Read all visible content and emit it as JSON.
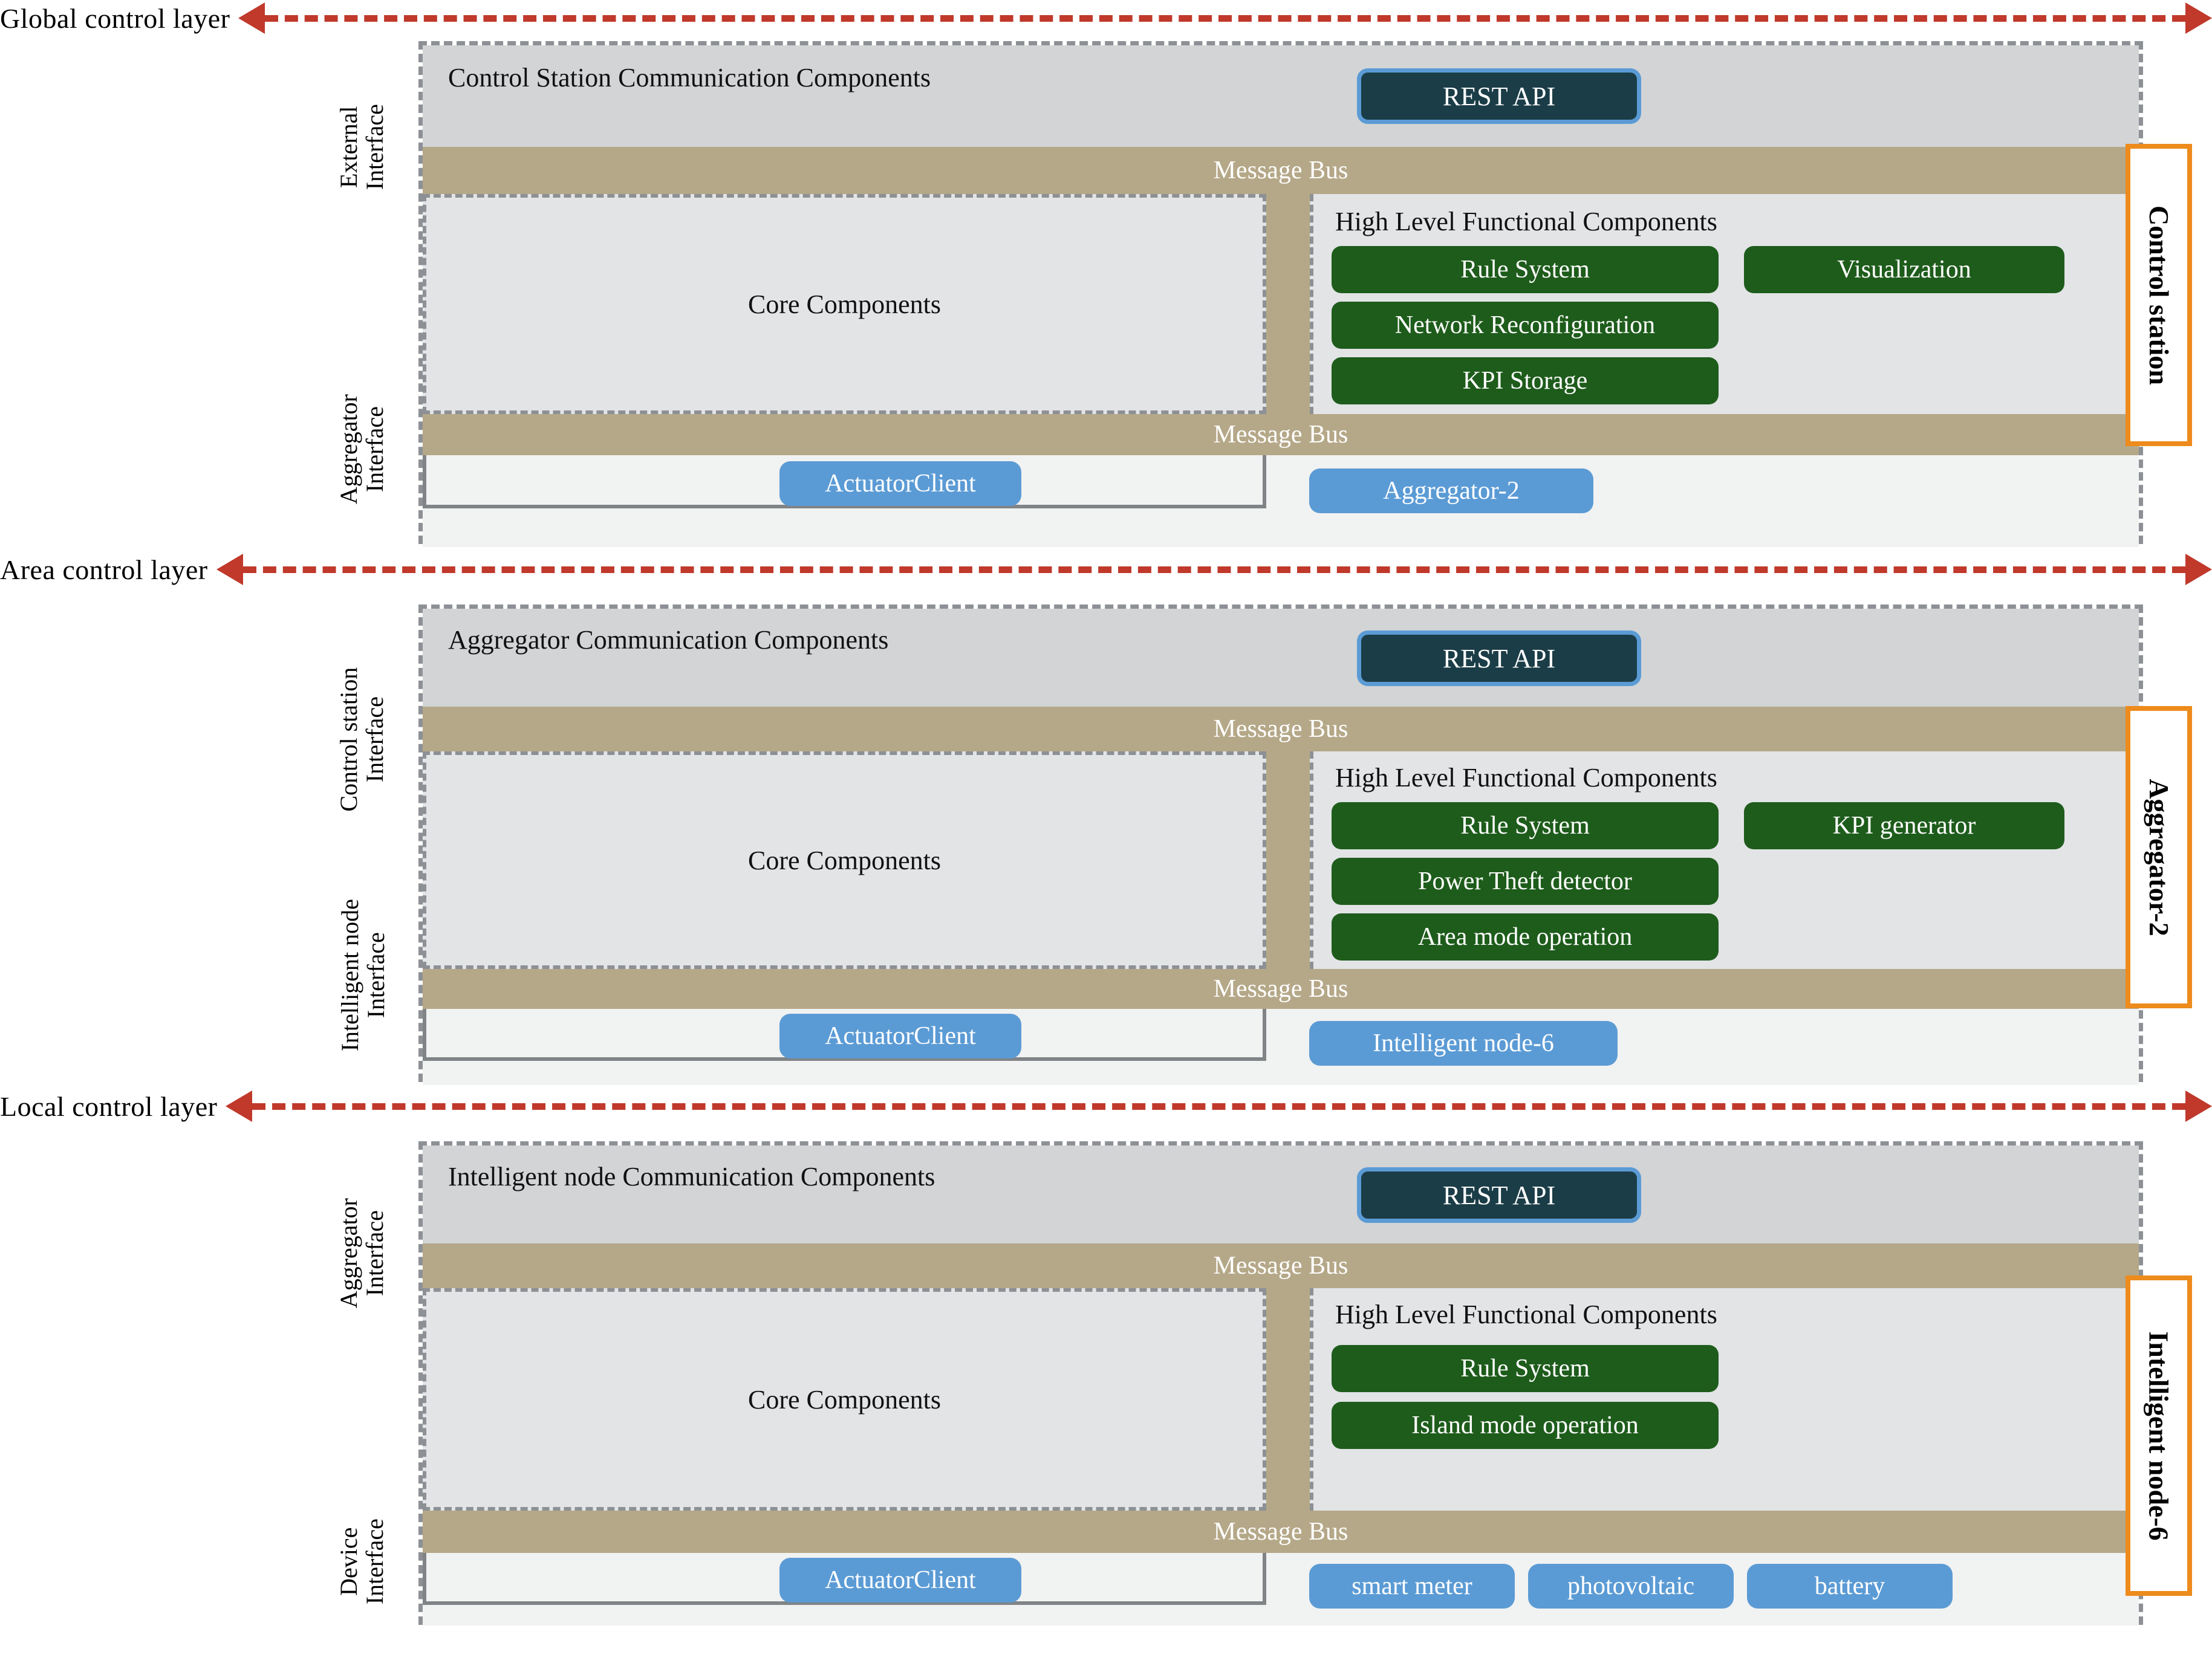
{
  "layers": [
    {
      "label": "Global control  layer",
      "id": "global-control-layer"
    },
    {
      "label": "Area control layer",
      "id": "area-control-layer"
    },
    {
      "label": "Local control layer",
      "id": "local-control-layer"
    }
  ],
  "shared": {
    "message_bus": "Message Bus",
    "core_components": "Core Components",
    "hlfc_title": "High Level Functional Components",
    "rest_api": "REST API",
    "actuator_client": "ActuatorClient"
  },
  "panels": [
    {
      "id": "control-station",
      "entity_tag": "Control station",
      "comm_title": "Control Station Communication Components",
      "top_interface": "External\nInterface",
      "top_interface_lines": [
        "External",
        "Interface"
      ],
      "bottom_interface_lines": [
        "Aggregator",
        "Interface"
      ],
      "rest_api": "REST API",
      "message_bus_top": "Message Bus",
      "message_bus_bottom": "Message Bus",
      "core_components": "Core Components",
      "hlfc_title": "High Level Functional Components",
      "functional_left": [
        "Rule System",
        "Network Reconfiguration",
        "KPI Storage"
      ],
      "functional_right": [
        "Visualization"
      ],
      "actuator_client": "ActuatorClient",
      "peers": [
        "Aggregator-2"
      ]
    },
    {
      "id": "aggregator-2",
      "entity_tag": "Aggregator-2",
      "comm_title": "Aggregator Communication Components",
      "top_interface_lines": [
        "Control station",
        "Interface"
      ],
      "bottom_interface_lines": [
        "Intelligent node",
        "Interface"
      ],
      "rest_api": "REST API",
      "message_bus_top": "Message Bus",
      "message_bus_bottom": "Message Bus",
      "core_components": "Core Components",
      "hlfc_title": "High Level Functional Components",
      "functional_left": [
        "Rule System",
        "Power Theft detector",
        "Area mode operation"
      ],
      "functional_right": [
        "KPI generator"
      ],
      "actuator_client": "ActuatorClient",
      "peers": [
        "Intelligent node-6"
      ]
    },
    {
      "id": "intelligent-node-6",
      "entity_tag": "Intelligent node-6",
      "comm_title": "Intelligent node Communication Components",
      "top_interface_lines": [
        "Aggregator",
        "Interface"
      ],
      "bottom_interface_lines": [
        "Device",
        "Interface"
      ],
      "rest_api": "REST API",
      "message_bus_top": "Message Bus",
      "message_bus_bottom": "Message Bus",
      "core_components": "Core Components",
      "hlfc_title": "High Level Functional Components",
      "functional_left": [
        "Rule System",
        "Island mode operation"
      ],
      "functional_right": [],
      "actuator_client": "ActuatorClient",
      "peers": [
        "smart meter",
        "photovoltaic",
        "battery"
      ]
    }
  ],
  "colors": {
    "arrow_red": "#c0392b",
    "panel_border": "#8d9095",
    "comm_band": "#d2d4d6",
    "message_bus": "#b5a888",
    "core_bg": "#e2e4e6",
    "functional_green": "#1e5c1b",
    "chip_blue": "#5b9bd5",
    "rest_api_fill": "#1b3d47",
    "entity_orange": "#ed8b1c",
    "interface_strip": "#f1f2f2"
  }
}
